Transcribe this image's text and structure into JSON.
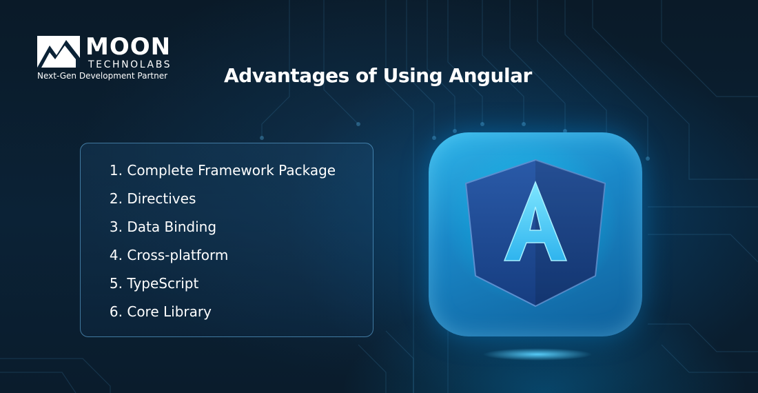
{
  "brand": {
    "name": "MOON",
    "sub": "TECHNOLABS",
    "tagline": "Next-Gen Development Partner"
  },
  "heading": "Advantages of Using Angular",
  "advantages": [
    {
      "num": "1.",
      "label": "Complete Framework Package"
    },
    {
      "num": "2.",
      "label": "Directives"
    },
    {
      "num": "3.",
      "label": "Data Binding"
    },
    {
      "num": "4.",
      "label": "Cross-platform"
    },
    {
      "num": "5.",
      "label": "TypeScript"
    },
    {
      "num": "6.",
      "label": "Core Library"
    }
  ],
  "icon": {
    "name": "angular-logo-icon",
    "letter": "A"
  },
  "colors": {
    "background": "#0b2236",
    "accent": "#1a88c8",
    "text": "#ffffff",
    "card_border": "#6ebef0"
  }
}
